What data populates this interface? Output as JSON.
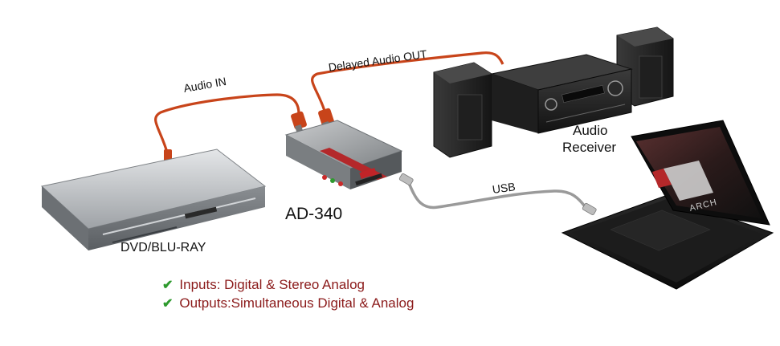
{
  "labels": {
    "audio_in": "Audio IN",
    "delayed_audio_out": "Delayed Audio OUT",
    "usb": "USB",
    "device": "AD-340",
    "dvd": "DVD/BLU-RAY",
    "receiver_line1": "Audio",
    "receiver_line2": "Receiver",
    "laptop_screen": "ARCH"
  },
  "features": [
    {
      "icon": "check-icon",
      "text": "Inputs: Digital & Stereo Analog"
    },
    {
      "icon": "check-icon",
      "text": "Outputs:Simultaneous Digital & Analog"
    }
  ],
  "colors": {
    "cable_audio": "#c8441a",
    "cable_usb": "#9a9a9a",
    "feature_text": "#8b1a1a",
    "check": "#2e9a2e"
  }
}
